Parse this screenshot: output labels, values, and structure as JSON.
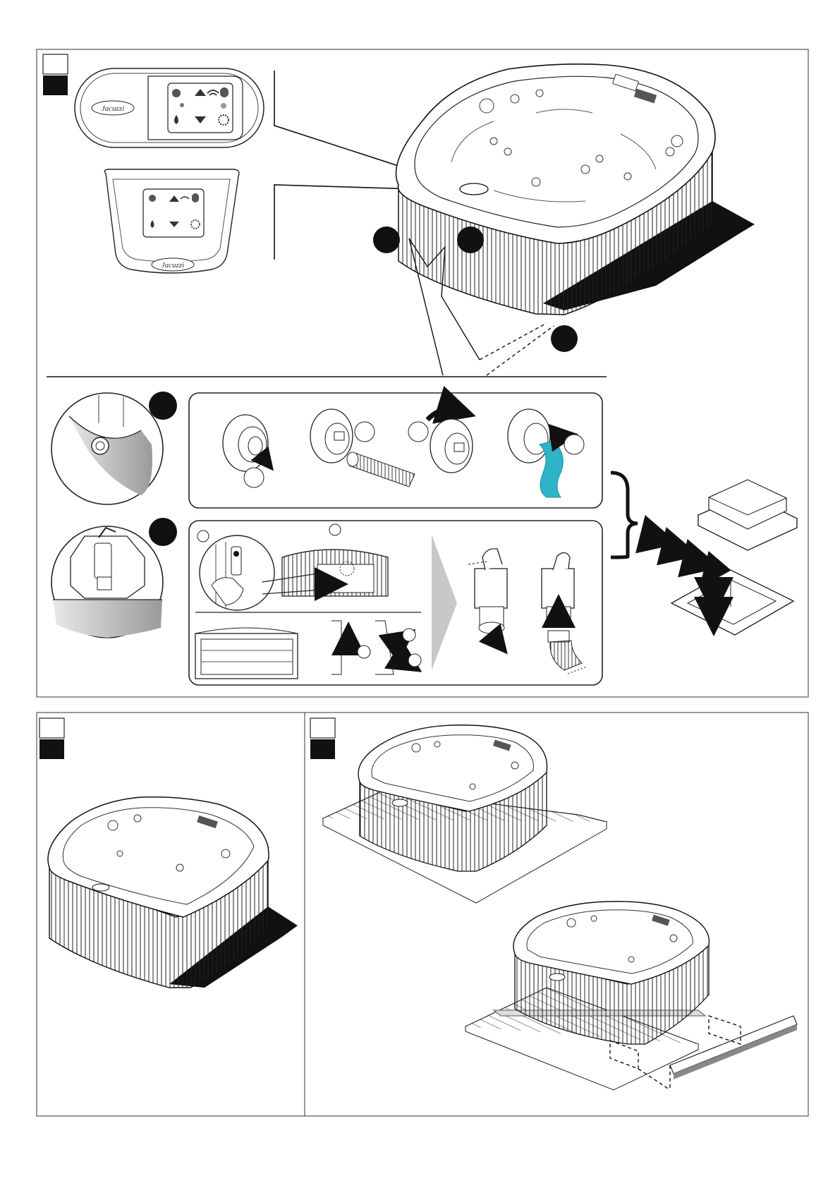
{
  "brand": {
    "logo_text": "Jacuzzi"
  },
  "colors": {
    "line": "#111111",
    "water": "#2fb3c8",
    "shadow": "#111111",
    "grey_arrow": "#c8c8c8",
    "marker_fill": "#111111"
  },
  "icons": {
    "control_panel_top": [
      "power-icon",
      "up-icon",
      "wifi-icon",
      "light-icon",
      "down-icon",
      "drop-icon",
      "settings-icon"
    ],
    "steps": [
      "drain-plug",
      "hose-adapter",
      "rotate-arrow",
      "water-outflow",
      "valve-lever",
      "drain-hatch"
    ]
  }
}
